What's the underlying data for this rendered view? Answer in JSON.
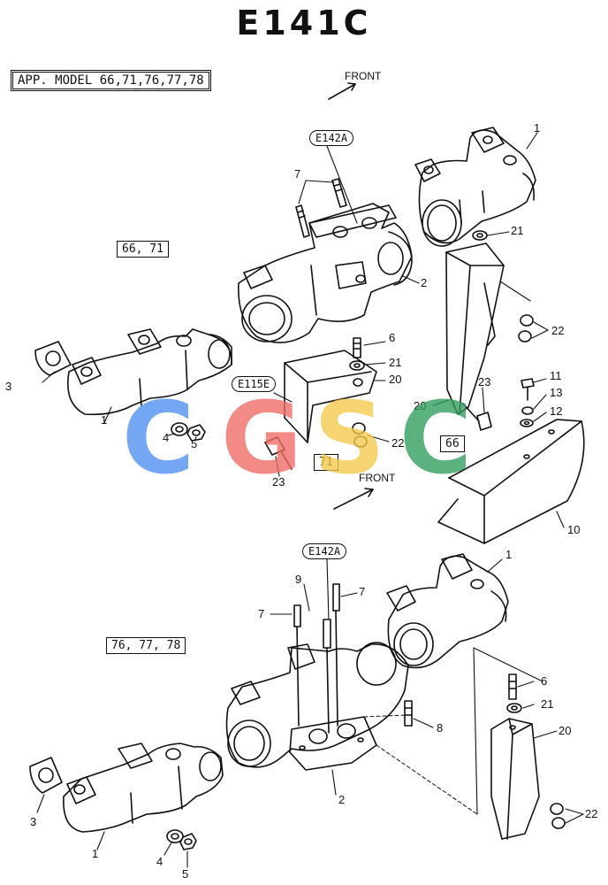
{
  "title": "E141C",
  "applicable_models": "APP. MODEL 66,71,76,77,78",
  "front_label": "FRONT",
  "group_labels": {
    "group_66_71": "66, 71",
    "group_76_77_78": "76, 77, 78",
    "model_66": "66",
    "model_71": "71"
  },
  "references": {
    "e142a": "E142A",
    "e115e": "E115E"
  },
  "watermark": {
    "letters": [
      "C",
      "G",
      "S",
      "C"
    ],
    "colors": [
      "#4d8ff0",
      "#ef6a64",
      "#f6c84b",
      "#2f9d5c"
    ]
  },
  "callouts": {
    "n1": "1",
    "n2": "2",
    "n3": "3",
    "n4": "4",
    "n5": "5",
    "n6": "6",
    "n7": "7",
    "n8": "8",
    "n9": "9",
    "n10": "10",
    "n11": "11",
    "n12": "12",
    "n13": "13",
    "n20": "20",
    "n21": "21",
    "n22": "22",
    "n23": "23"
  }
}
